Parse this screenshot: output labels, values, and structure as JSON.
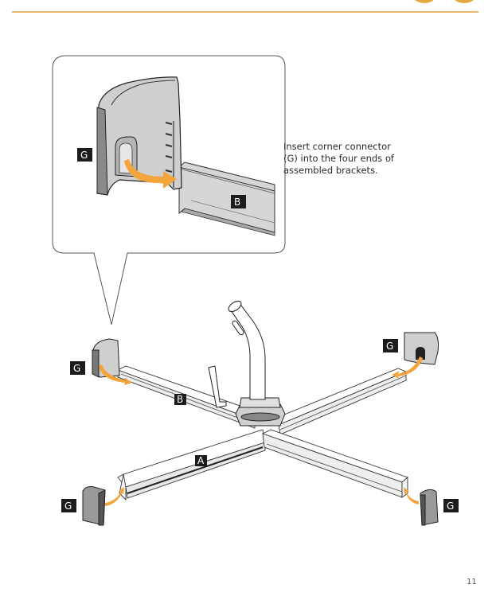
{
  "header": {
    "accent_color": "#e4a93c",
    "rule_color": "#e8b766"
  },
  "instruction": {
    "line1": "Insert corner connector",
    "line2": "(G) into the four ends of",
    "line3": "assembled brackets."
  },
  "labels": {
    "corner_connector": "G",
    "bracket_b": "B",
    "bracket_a": "A"
  },
  "arrow_color": "#f3a43a",
  "page_number": "11"
}
